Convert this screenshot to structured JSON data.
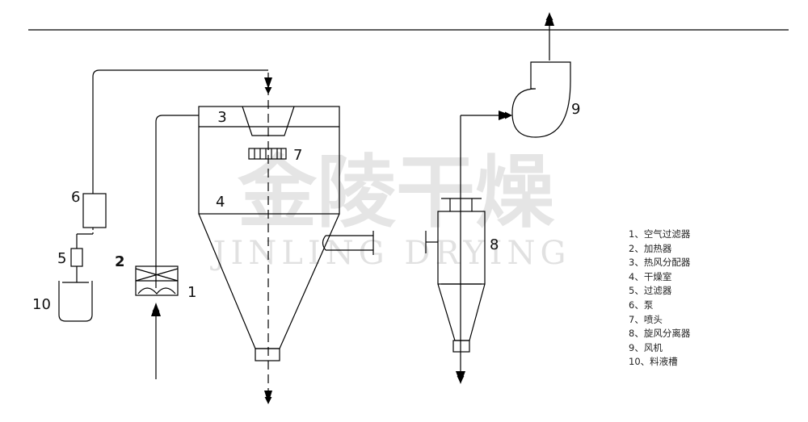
{
  "watermark": {
    "cn": "金陵干燥",
    "en": "JINLING DRYING"
  },
  "labels": {
    "n1": "1",
    "n2": "2",
    "n3": "3",
    "n4": "4",
    "n5": "5",
    "n6": "6",
    "n7": "7",
    "n8": "8",
    "n9": "9",
    "n10": "10"
  },
  "legend": [
    "1、空气过滤器",
    "2、加热器",
    "3、热风分配器",
    "4、干燥室",
    "5、过滤器",
    "6、泵",
    "7、喷头",
    "8、旋风分离器",
    "9、风机",
    "10、料液槽"
  ]
}
